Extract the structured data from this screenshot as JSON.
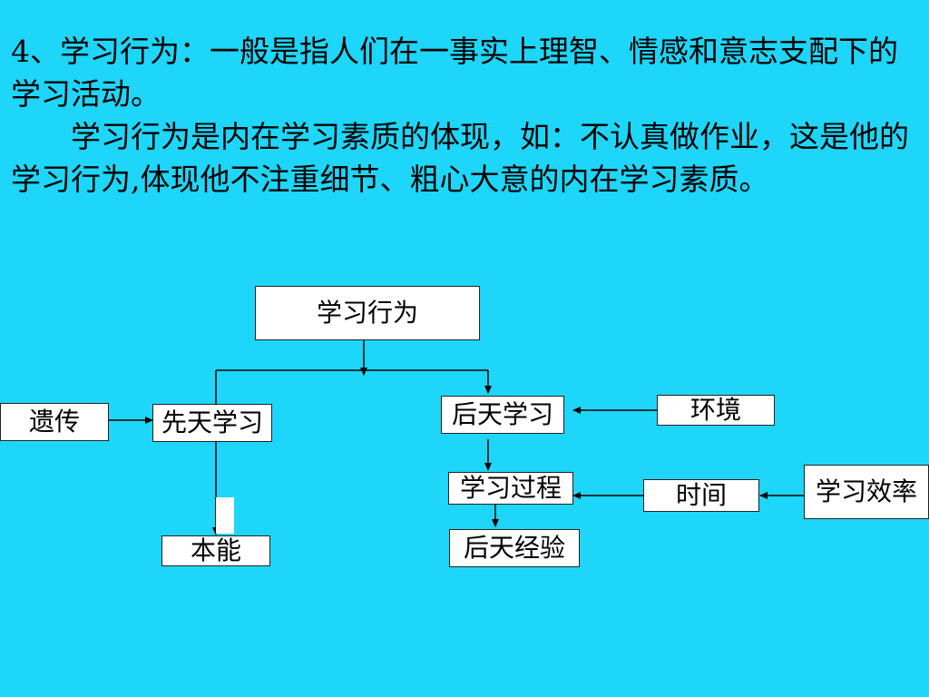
{
  "text": {
    "para1": "4、学习行为：一般是指人们在一事实上理智、情感和意志支配下的学习活动。",
    "para2": "学习行为是内在学习素质的体现，如：不认真做作业，这是他的学习行为,体现他不注重细节、粗心大意的内在学习素质。"
  },
  "diagram": {
    "root": "学习行为",
    "heredity": "遗传",
    "innate_learning": "先天学习",
    "instinct": "本能",
    "acquired_learning": "后天学习",
    "environment": "环境",
    "learning_process": "学习过程",
    "acquired_experience": "后天经验",
    "time": "时间",
    "learning_efficiency": "学习效率"
  }
}
